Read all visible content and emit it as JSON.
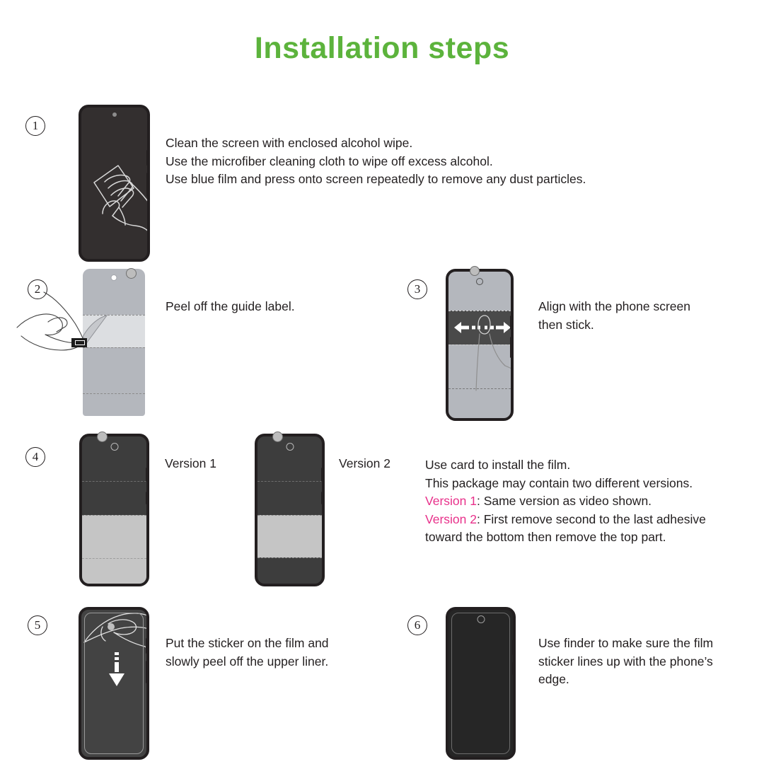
{
  "page": {
    "title": "Installation steps",
    "title_color": "#5cb33c",
    "accent_color": "#e8308a",
    "background": "#ffffff"
  },
  "steps": [
    {
      "number": "1",
      "illustration": "phone-dark-with-hand-wiping",
      "lines": [
        "Clean the screen with enclosed alcohol wipe.",
        "Use the microfiber cleaning cloth to wipe off excess alcohol.",
        "Use blue film and press onto screen repeatedly to remove any dust particles."
      ]
    },
    {
      "number": "2",
      "illustration": "film-light-gray-with-hand-peeling-guide-label",
      "lines": [
        "Peel off the guide label."
      ]
    },
    {
      "number": "3",
      "illustration": "phone-with-align-arrows-and-finger",
      "lines": [
        "Align with the phone screen",
        "then stick."
      ]
    },
    {
      "number": "4",
      "illustration": "two-phones-version-1-and-version-2",
      "version_labels": {
        "version_1": "Version 1",
        "version_2": "Version 2"
      },
      "lines": [
        "Use card to install the film.",
        "This package may contain two different versions."
      ],
      "version_notes": [
        {
          "tag": "Version 1",
          "rest": ": Same version as video shown."
        },
        {
          "tag": "Version 2",
          "rest": ":  First remove second to the last adhesive"
        }
      ],
      "trailing_line": "toward the bottom then remove the top part."
    },
    {
      "number": "5",
      "illustration": "phone-dark-with-hand-peeling-upper-liner-down-arrow",
      "lines": [
        "Put the sticker on the film and",
        "slowly peel off the upper liner."
      ]
    },
    {
      "number": "6",
      "illustration": "phone-plain-dark",
      "lines": [
        "Use finder to make sure the film",
        "sticker lines up with the phone’s",
        "edge."
      ]
    }
  ]
}
